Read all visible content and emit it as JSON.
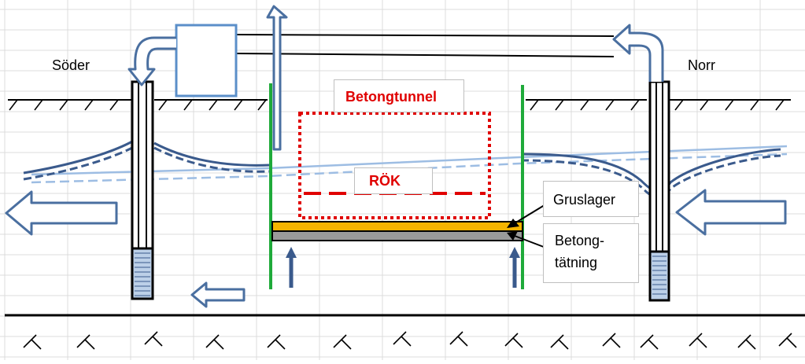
{
  "labels": {
    "south": "Söder",
    "north": "Norr",
    "tunnel": "Betongtunnel",
    "rok": "RÖK",
    "gravel": "Gruslager",
    "seal_line1": "Betong-",
    "seal_line2": "tätning"
  },
  "colors": {
    "water_dark": "#3a5a8c",
    "water_light": "#9dbde3",
    "arrow_fill": "#ffffff",
    "arrow_stroke": "#4a6fa0",
    "pipe_blue": "#5b8fc9",
    "sheet_pile": "#1faa3a",
    "tunnel_red": "#e00000",
    "gravel": "#f5b400",
    "concrete_seal": "#9a9a9a",
    "grid": "#d9d9d9"
  },
  "icons": [
    "flow-arrow-left",
    "flow-arrow-right",
    "pump-box",
    "riser-pipe",
    "well-filter"
  ]
}
